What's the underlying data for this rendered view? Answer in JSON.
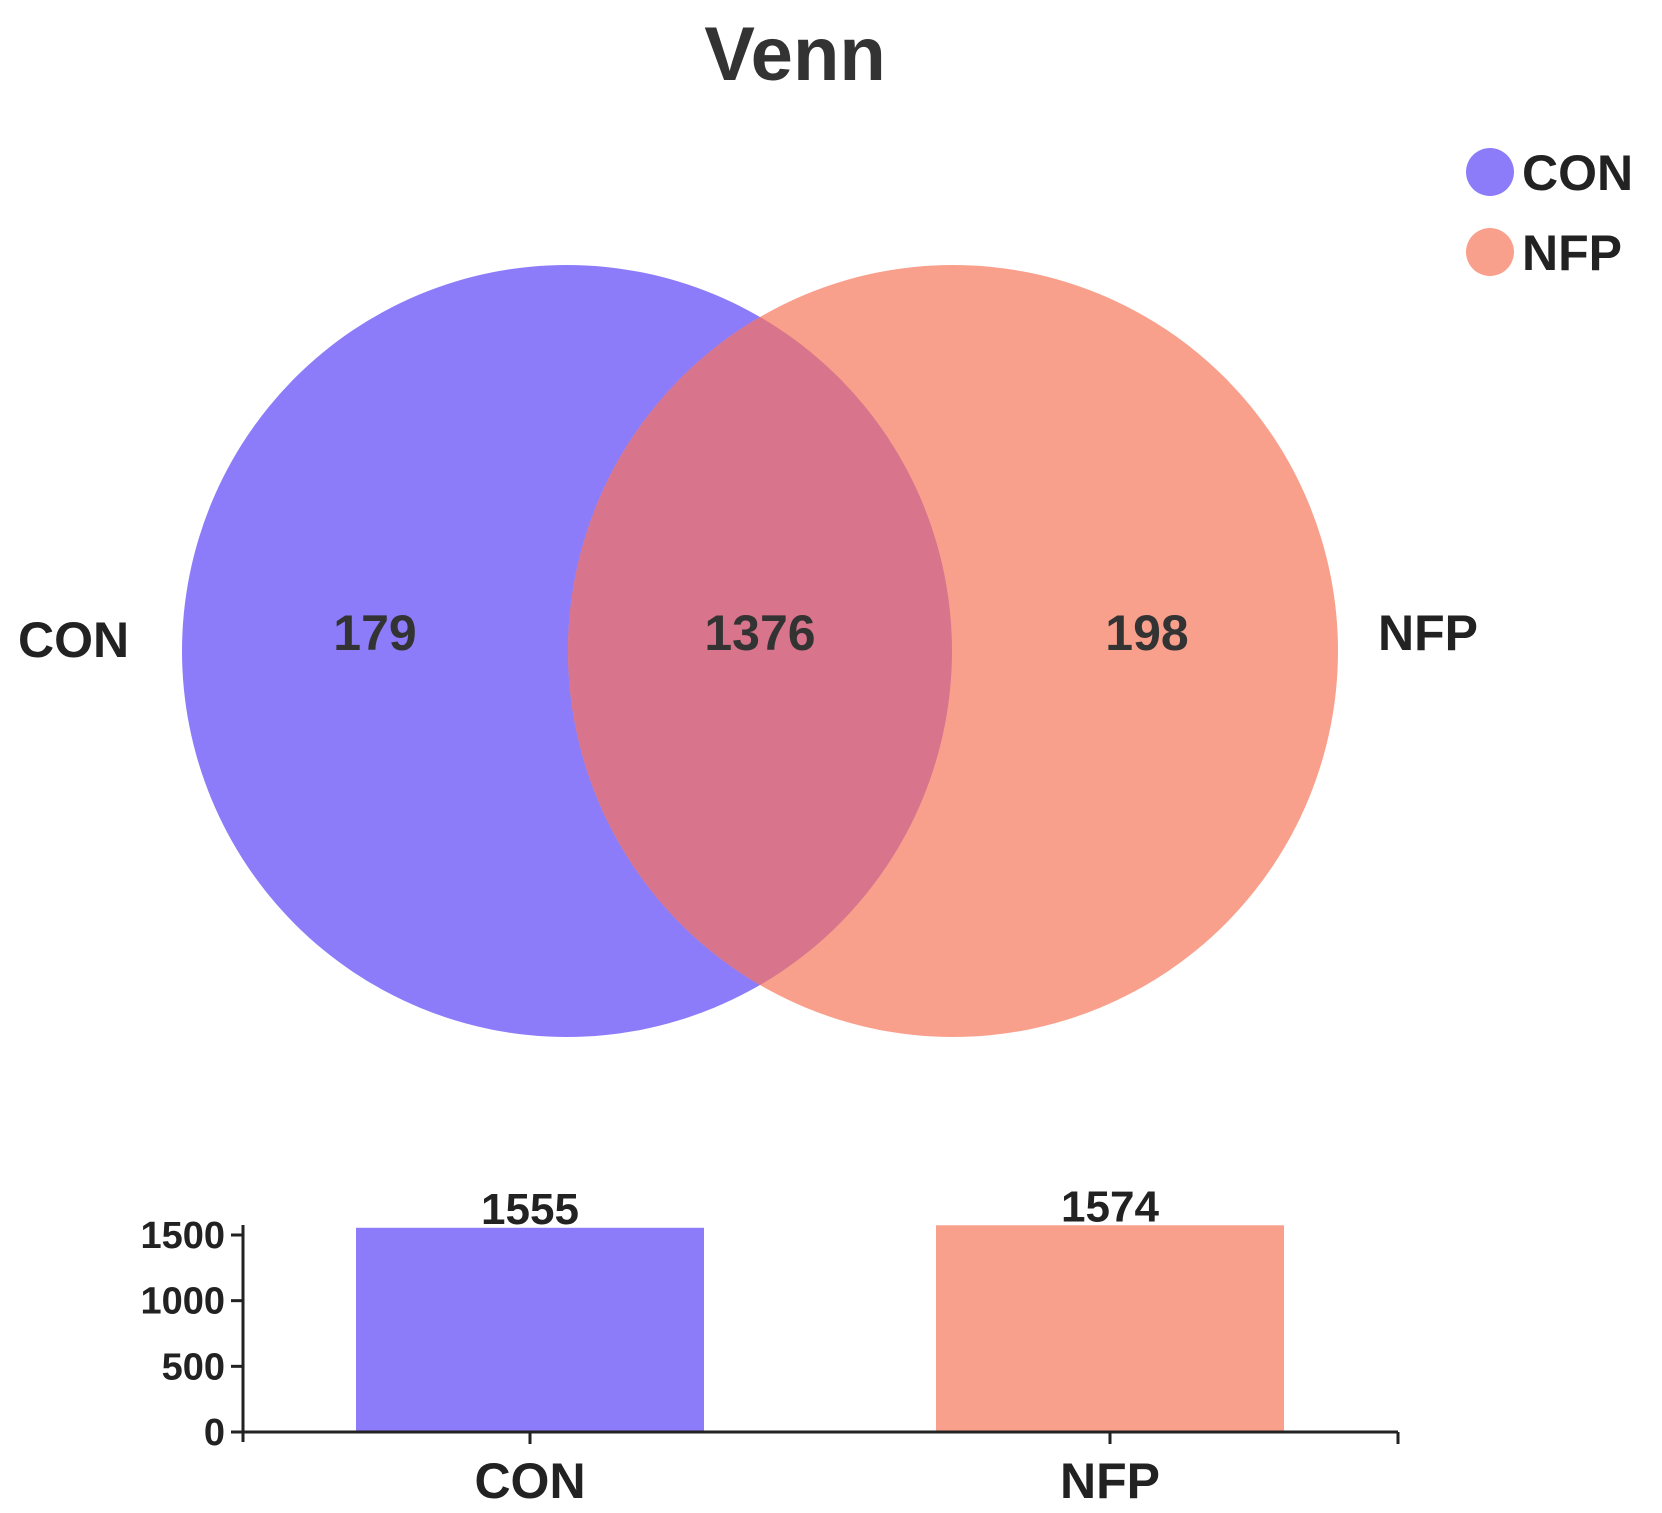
{
  "chart_data": [
    {
      "type": "venn",
      "title": "Venn",
      "sets": [
        {
          "name": "CON",
          "color": "#8c7cfa"
        },
        {
          "name": "NFP",
          "color": "#f9a08c"
        }
      ],
      "regions": {
        "only_first": 179,
        "intersection": 1376,
        "only_second": 198
      },
      "legend": {
        "placement": "top-right",
        "items": [
          {
            "label": "CON",
            "color": "#8c7cfa"
          },
          {
            "label": "NFP",
            "color": "#f9a08c"
          }
        ]
      },
      "intersection_color": "#d8748b"
    },
    {
      "type": "bar",
      "categories": [
        "CON",
        "NFP"
      ],
      "values": [
        1555,
        1574
      ],
      "colors": [
        "#8c7cfa",
        "#f9a08c"
      ],
      "ylim": [
        0,
        1500
      ],
      "yticks": [
        0,
        500,
        1000,
        1500
      ],
      "ytick_labels": [
        "0",
        "500",
        "1000",
        "1500"
      ],
      "data_labels": [
        "1555",
        "1574"
      ],
      "grid": false
    }
  ]
}
